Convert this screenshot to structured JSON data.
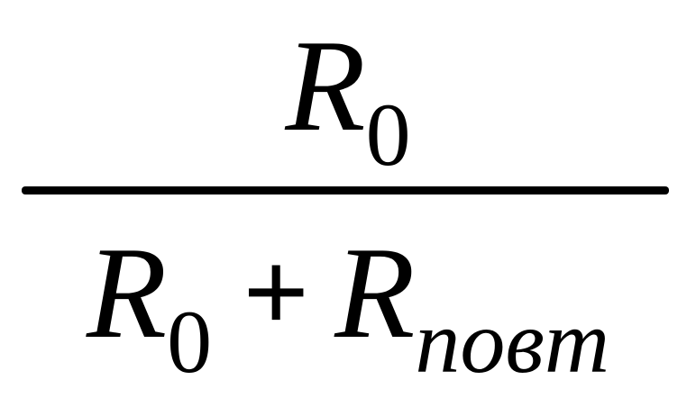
{
  "formula": {
    "numerator": {
      "variable": "R",
      "subscript": "0"
    },
    "denominator": {
      "term1": {
        "variable": "R",
        "subscript": "0"
      },
      "operator": "+",
      "term2": {
        "variable": "R",
        "subscript": "повт"
      }
    }
  }
}
